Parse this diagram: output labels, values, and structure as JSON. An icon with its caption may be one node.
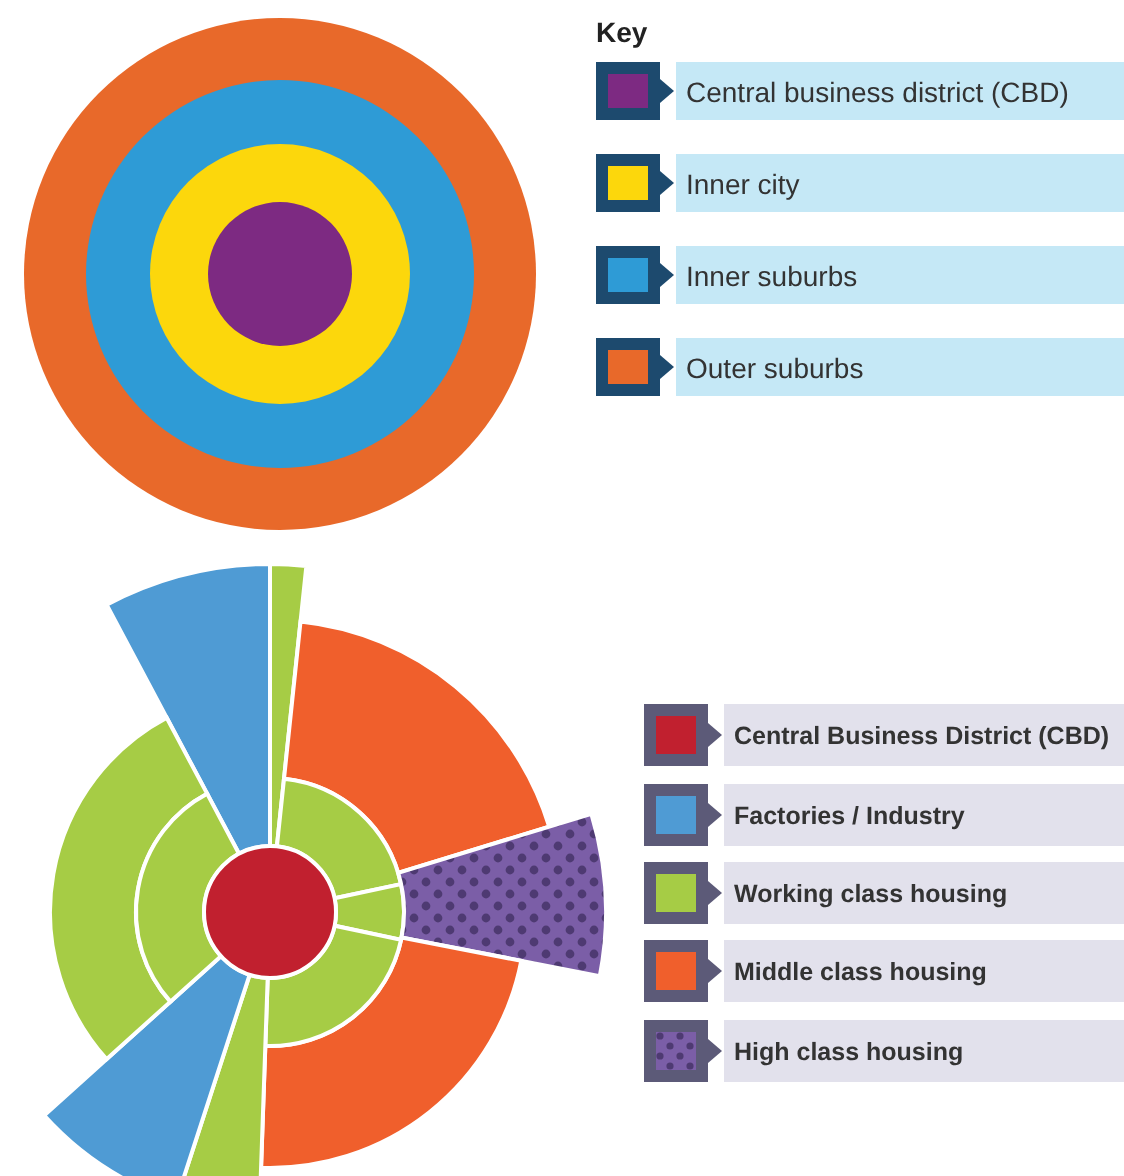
{
  "diagram": {
    "labels": [
      "Key"
    ],
    "legend": [
      {
        "text": "Central business district (CBD)",
        "color": "#7d2a82"
      },
      {
        "text": "Inner city",
        "color": "#fcd70c"
      },
      {
        "text": "Inner suburbs",
        "color": "#2e9bd6"
      },
      {
        "text": "Outer suburbs",
        "color": "#e8692a"
      },
      {
        "text": "Central Business District (CBD)",
        "color": "#c1202f"
      },
      {
        "text": "Factories / Industry",
        "color": "#4f9bd4"
      },
      {
        "text": "Working class housing",
        "color": "#a6cc45"
      },
      {
        "text": "Middle class housing",
        "color": "#f05f2c"
      },
      {
        "text": "High class housing",
        "color": "#7b5ea7"
      }
    ]
  }
}
